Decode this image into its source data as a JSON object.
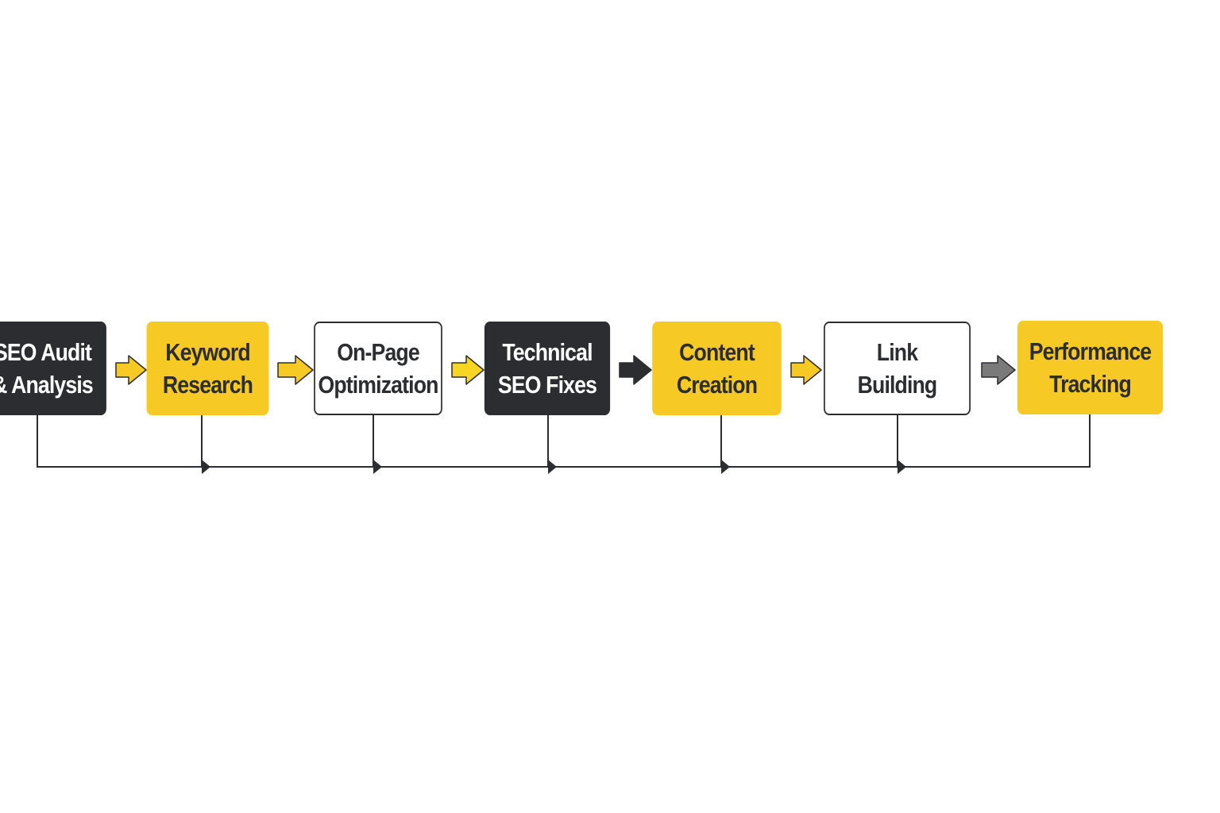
{
  "diagram": {
    "steps": [
      {
        "id": "seo-audit",
        "lines": [
          "SEO Audit",
          "& Analysis"
        ],
        "style": "dark"
      },
      {
        "id": "keyword-research",
        "lines": [
          "Keyword",
          "Research"
        ],
        "style": "yellow"
      },
      {
        "id": "on-page",
        "lines": [
          "On-Page",
          "Optimization"
        ],
        "style": "white"
      },
      {
        "id": "technical-seo",
        "lines": [
          "Technical",
          "SEO Fixes"
        ],
        "style": "dark"
      },
      {
        "id": "content-creation",
        "lines": [
          "Content",
          "Creation"
        ],
        "style": "yellow"
      },
      {
        "id": "link-building",
        "lines": [
          "Link",
          "Building"
        ],
        "style": "white"
      },
      {
        "id": "performance-tracking",
        "lines": [
          "Performance",
          "Tracking"
        ],
        "style": "yellow"
      }
    ],
    "arrow_colors": [
      "#f7c925",
      "#f7c925",
      "#f7d525",
      "#2b2d30",
      "#f7c925",
      "#7a7a7a"
    ],
    "colors": {
      "dark": "#2b2d30",
      "yellow": "#f7c925",
      "line": "#2b2d30",
      "background": "#ffffff"
    }
  }
}
